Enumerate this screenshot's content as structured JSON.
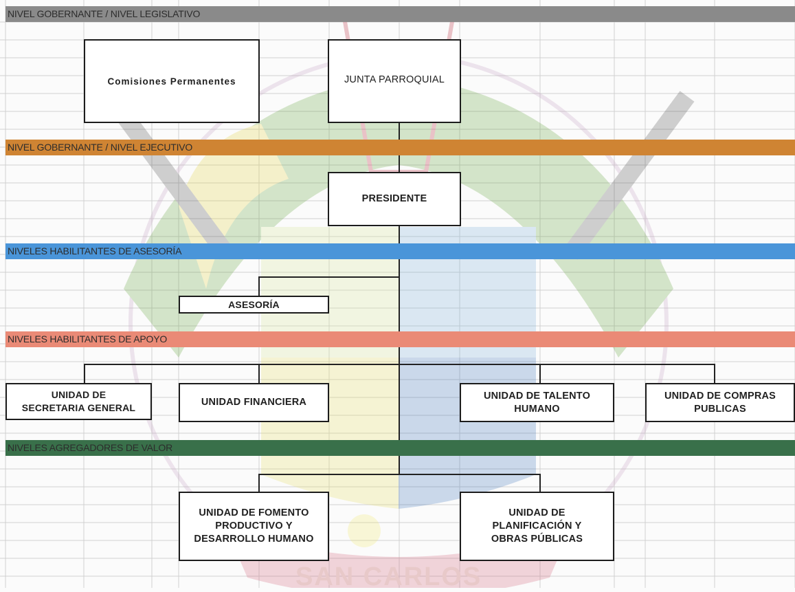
{
  "colors": {
    "legislativo": "#8a8a8a",
    "ejecutivo": "#cf8433",
    "asesoria": "#4a95d9",
    "apoyo": "#ea8a76",
    "valor": "#39704a",
    "grid": "#d0d0d0"
  },
  "bands": {
    "legislativo": "NIVEL GOBERNANTE / NIVEL LEGISLATIVO",
    "ejecutivo": "NIVEL GOBERNANTE / NIVEL EJECUTIVO",
    "asesoria": "NIVELES HABILITANTES DE ASESORÍA",
    "apoyo": "NIVELES HABILITANTES DE APOYO",
    "valor": "NIVELES AGREGADORES DE VALOR"
  },
  "boxes": {
    "comisiones": "Comisiones Permanentes",
    "junta": "JUNTA PARROQUIAL",
    "presidente": "PRESIDENTE",
    "asesoria": "ASESORÍA",
    "secretaria": "UNIDAD DE\nSECRETARIA GENERAL",
    "financiera": "UNIDAD FINANCIERA",
    "talento": "UNIDAD DE TALENTO\nHUMANO",
    "compras": "UNIDAD DE COMPRAS\nPUBLICAS",
    "fomento": "UNIDAD DE FOMENTO\nPRODUCTIVO Y\nDESARROLLO HUMANO",
    "planificacion": "UNIDAD DE\nPLANIFICACIÓN Y\nOBRAS PÚBLICAS"
  },
  "watermark": "SAN CARLOS"
}
